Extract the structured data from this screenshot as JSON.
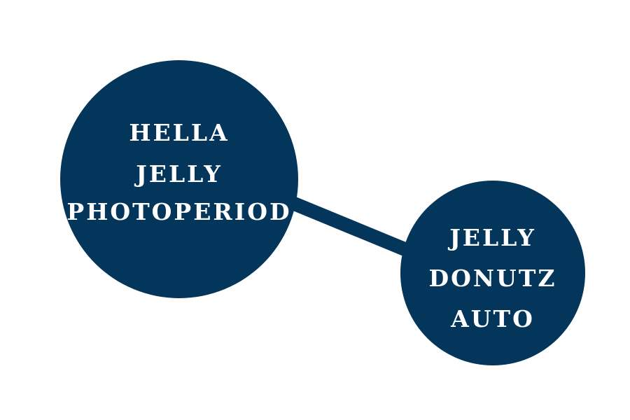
{
  "colors": {
    "node_fill": "#04355a",
    "connector": "#04355a",
    "text": "#ffffff",
    "background": "#ffffff"
  },
  "nodes": [
    {
      "id": "parent",
      "lines": [
        "HELLA",
        "JELLY",
        "PHOTOPERIOD"
      ]
    },
    {
      "id": "offspring",
      "lines": [
        "JELLY",
        "DONUTZ",
        "AUTO"
      ]
    }
  ]
}
